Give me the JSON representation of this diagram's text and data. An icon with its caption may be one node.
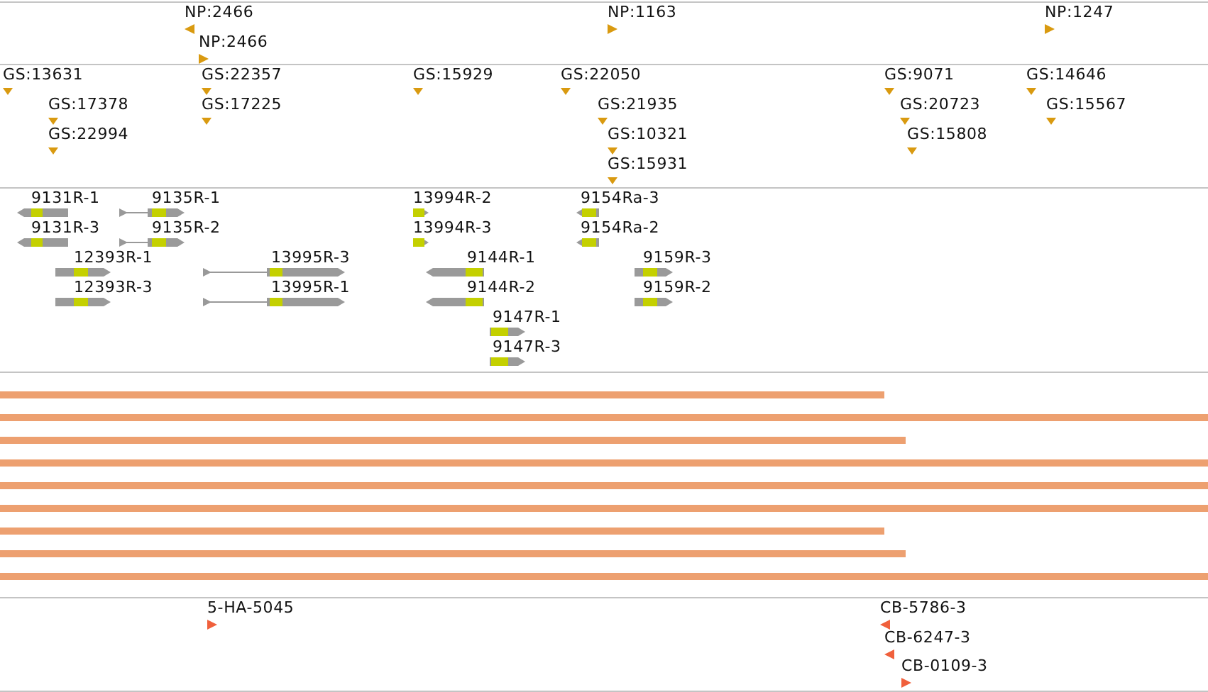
{
  "diagram": {
    "labels": [
      "NP:2466",
      "NP:1163",
      "NP:1247",
      "NP:2466",
      "GS:13631",
      "GS:22357",
      "GS:15929",
      "GS:22050",
      "GS:9071",
      "GS:14646",
      "GS:17378",
      "GS:17225",
      "GS:21935",
      "GS:20723",
      "GS:15567",
      "GS:22994",
      "GS:10321",
      "GS:15808",
      "GS:15931",
      "9131R-1",
      "9135R-1",
      "13994R-2",
      "9154Ra-3",
      "9131R-3",
      "9135R-2",
      "13994R-3",
      "9154Ra-2",
      "12393R-1",
      "13995R-3",
      "9144R-1",
      "9159R-3",
      "12393R-3",
      "13995R-1",
      "9144R-2",
      "9159R-2",
      "9147R-1",
      "9147R-3",
      "5-HA-5045",
      "CB-5786-3",
      "CB-6247-3",
      "CB-0109-3"
    ]
  }
}
